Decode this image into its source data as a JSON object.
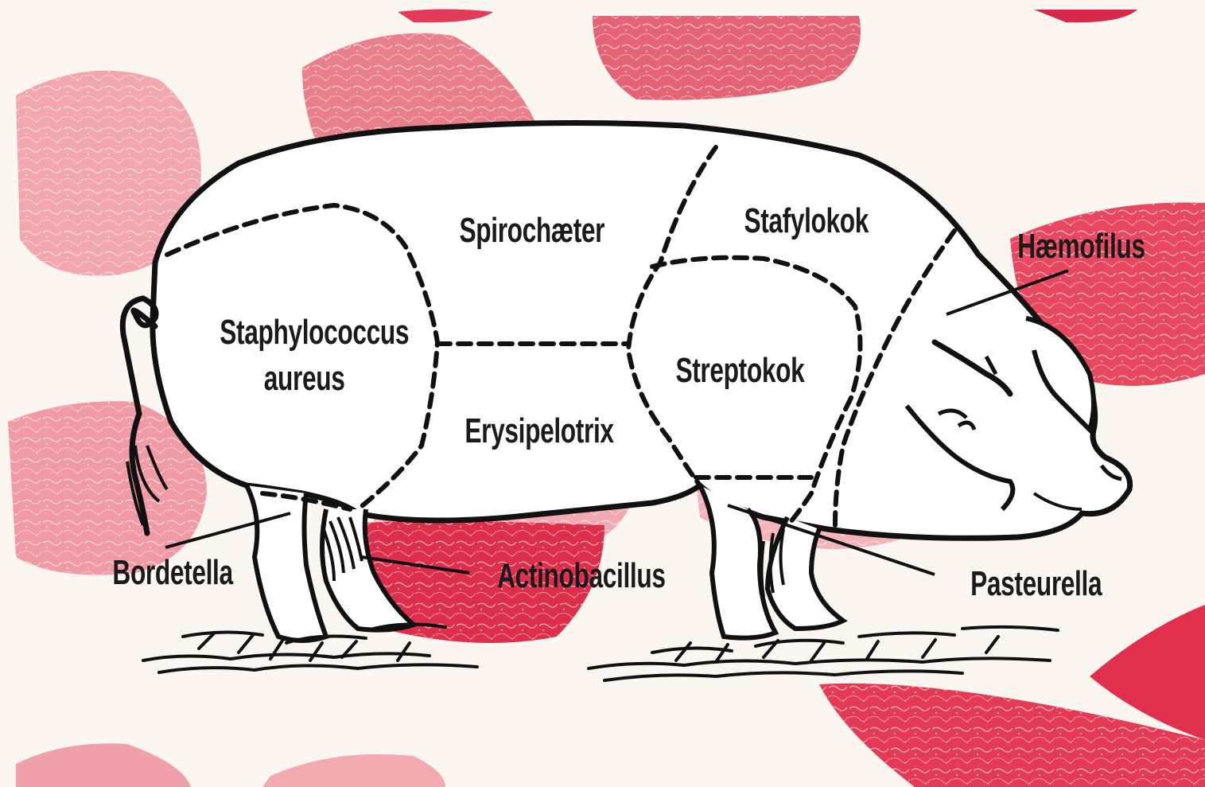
{
  "diagram": {
    "colors": {
      "background": "#fbf6f0",
      "meat_light": "#f2a6ae",
      "meat_mid": "#e86b7b",
      "meat_dark": "#d8284a",
      "outline": "#111111"
    },
    "regions": {
      "staphylococcus_line1": "Staphylococcus",
      "staphylococcus_line2": "aureus",
      "spirochaeter": "Spirochæter",
      "erysipelotrix": "Erysipelotrix",
      "stafylokok": "Stafylokok",
      "streptokok": "Streptokok"
    },
    "callouts": {
      "haemofilus": "Hæmofilus",
      "bordetella": "Bordetella",
      "actinobacillus": "Actinobacillus",
      "pasteurella": "Pasteurella"
    }
  }
}
